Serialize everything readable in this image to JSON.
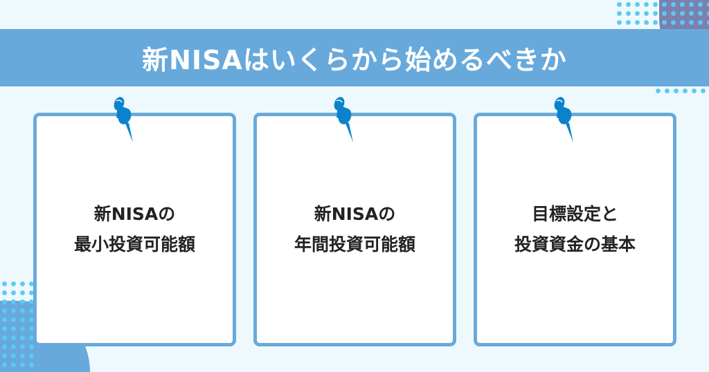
{
  "title": "新NISAはいくらから始めるべきか",
  "cards": [
    {
      "line1": "新NISAの",
      "line2": "最小投資可能額"
    },
    {
      "line1": "新NISAの",
      "line2": "年間投資可能額"
    },
    {
      "line1": "目標設定と",
      "line2": "投資資金の基本"
    }
  ],
  "colors": {
    "banner": "#68a9db",
    "pin": "#0a83cc",
    "dots": "#5ccaf3",
    "background": "#eef9fe"
  }
}
